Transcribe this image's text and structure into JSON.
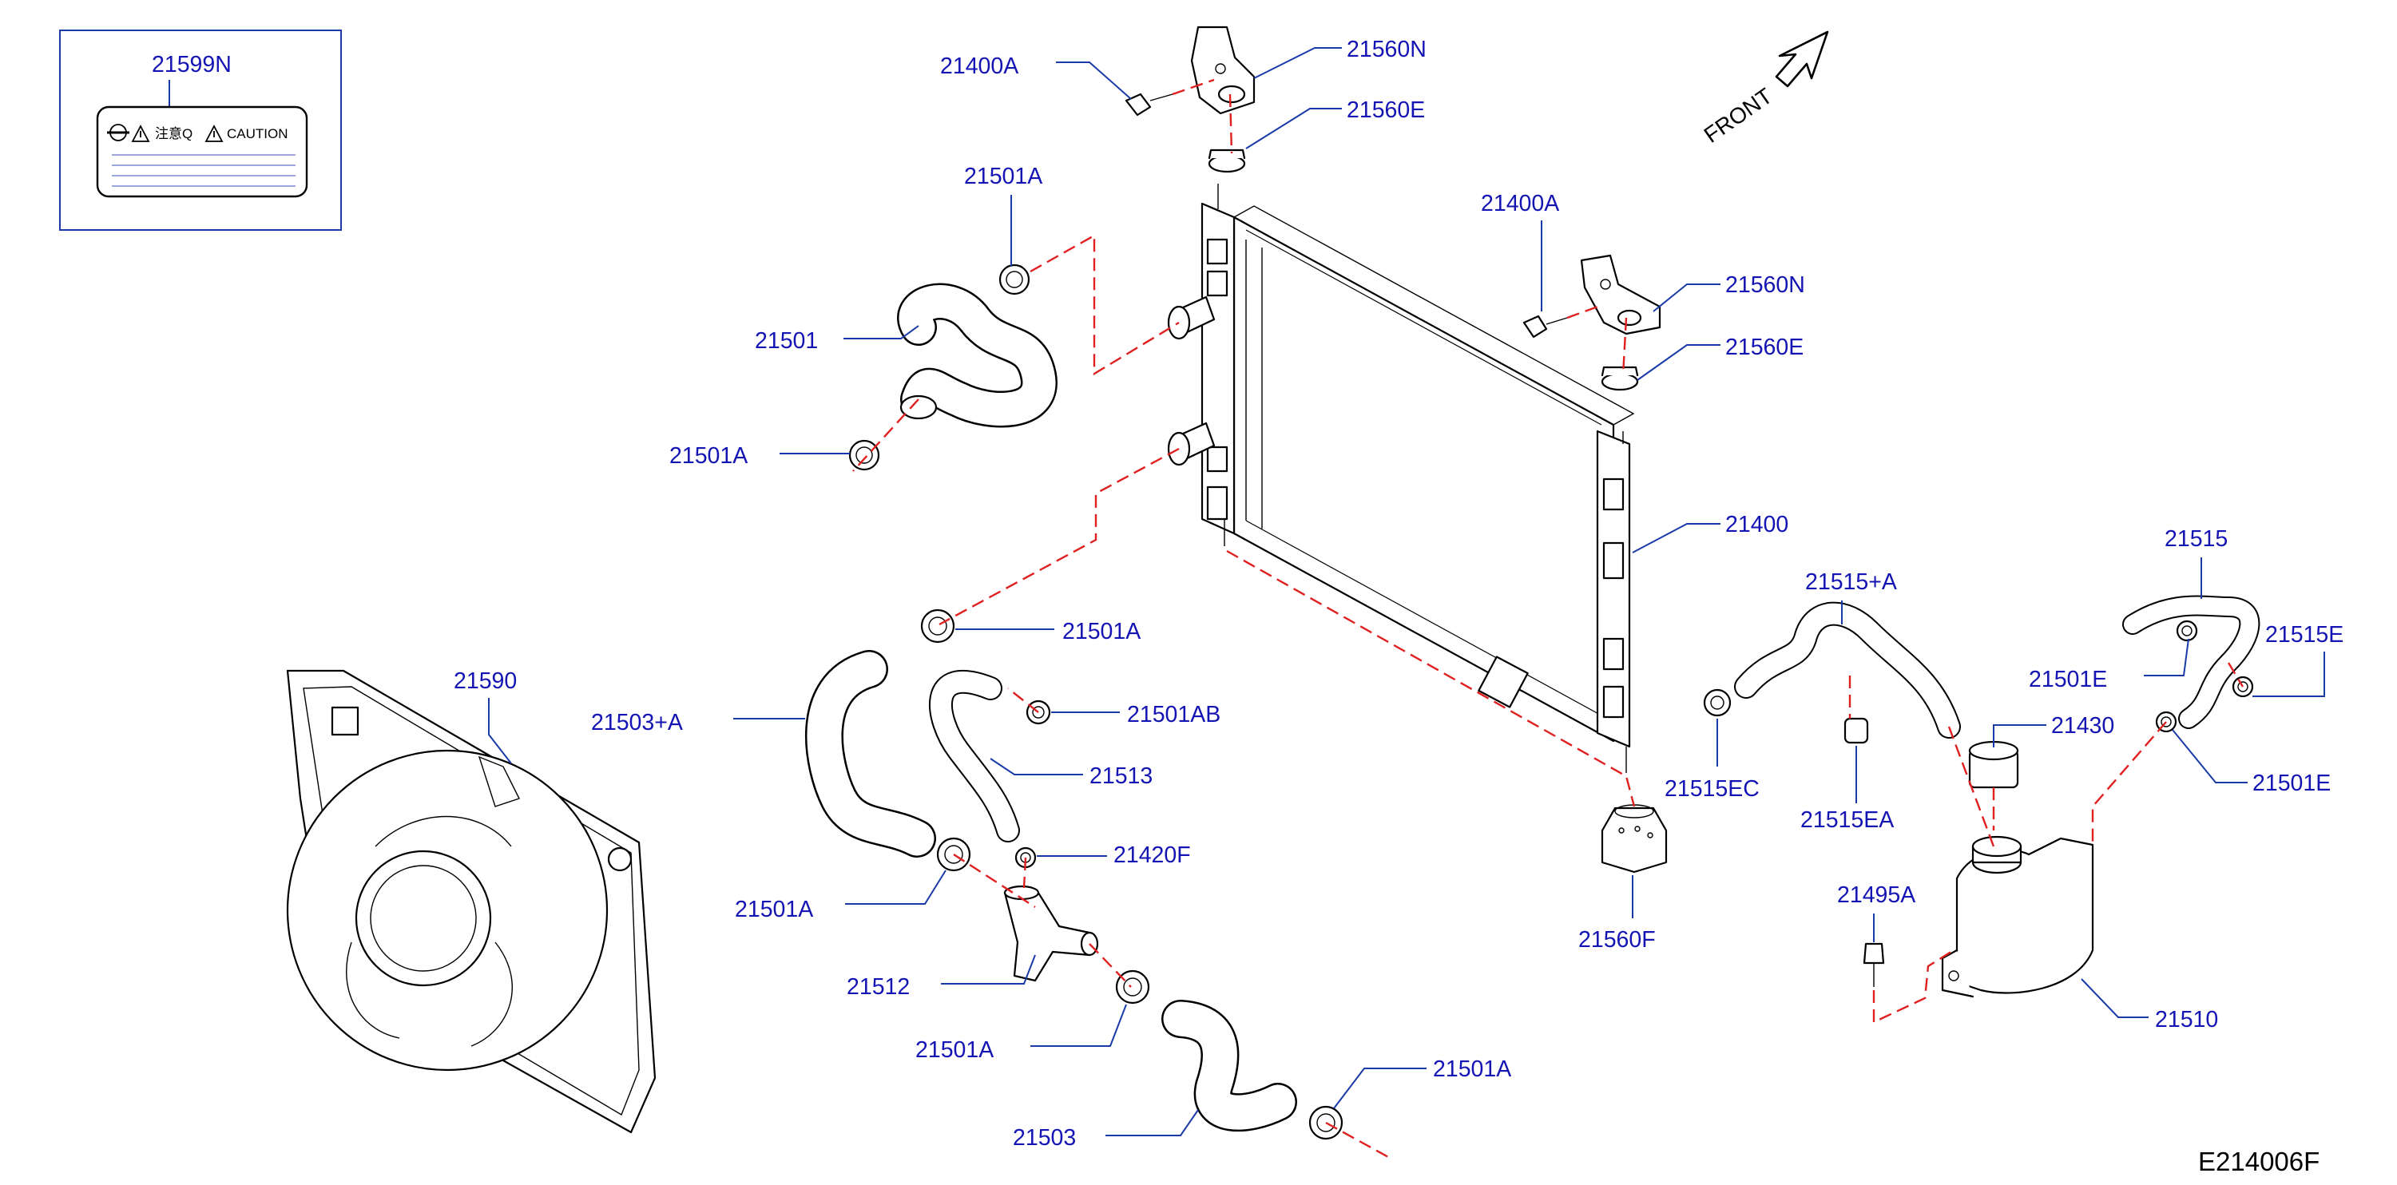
{
  "diagram": {
    "reference_code": "E214006F",
    "front_label": "FRONT",
    "caution_label": {
      "part_number": "21599N",
      "caution_text": "CAUTION",
      "notice_text": "注意Q"
    },
    "callouts": [
      "21400A",
      "21560N",
      "21560E",
      "21501A",
      "21501",
      "21501A",
      "21400A",
      "21560N",
      "21560E",
      "21400",
      "21501A",
      "21590",
      "21503+A",
      "21501AB",
      "21513",
      "21420F",
      "21501A",
      "21512",
      "21501A",
      "21501A",
      "21503",
      "21560F",
      "21515+A",
      "21515EC",
      "21515EA",
      "21430",
      "21495A",
      "21510",
      "21515",
      "21515E",
      "21501E",
      "21501E"
    ]
  }
}
